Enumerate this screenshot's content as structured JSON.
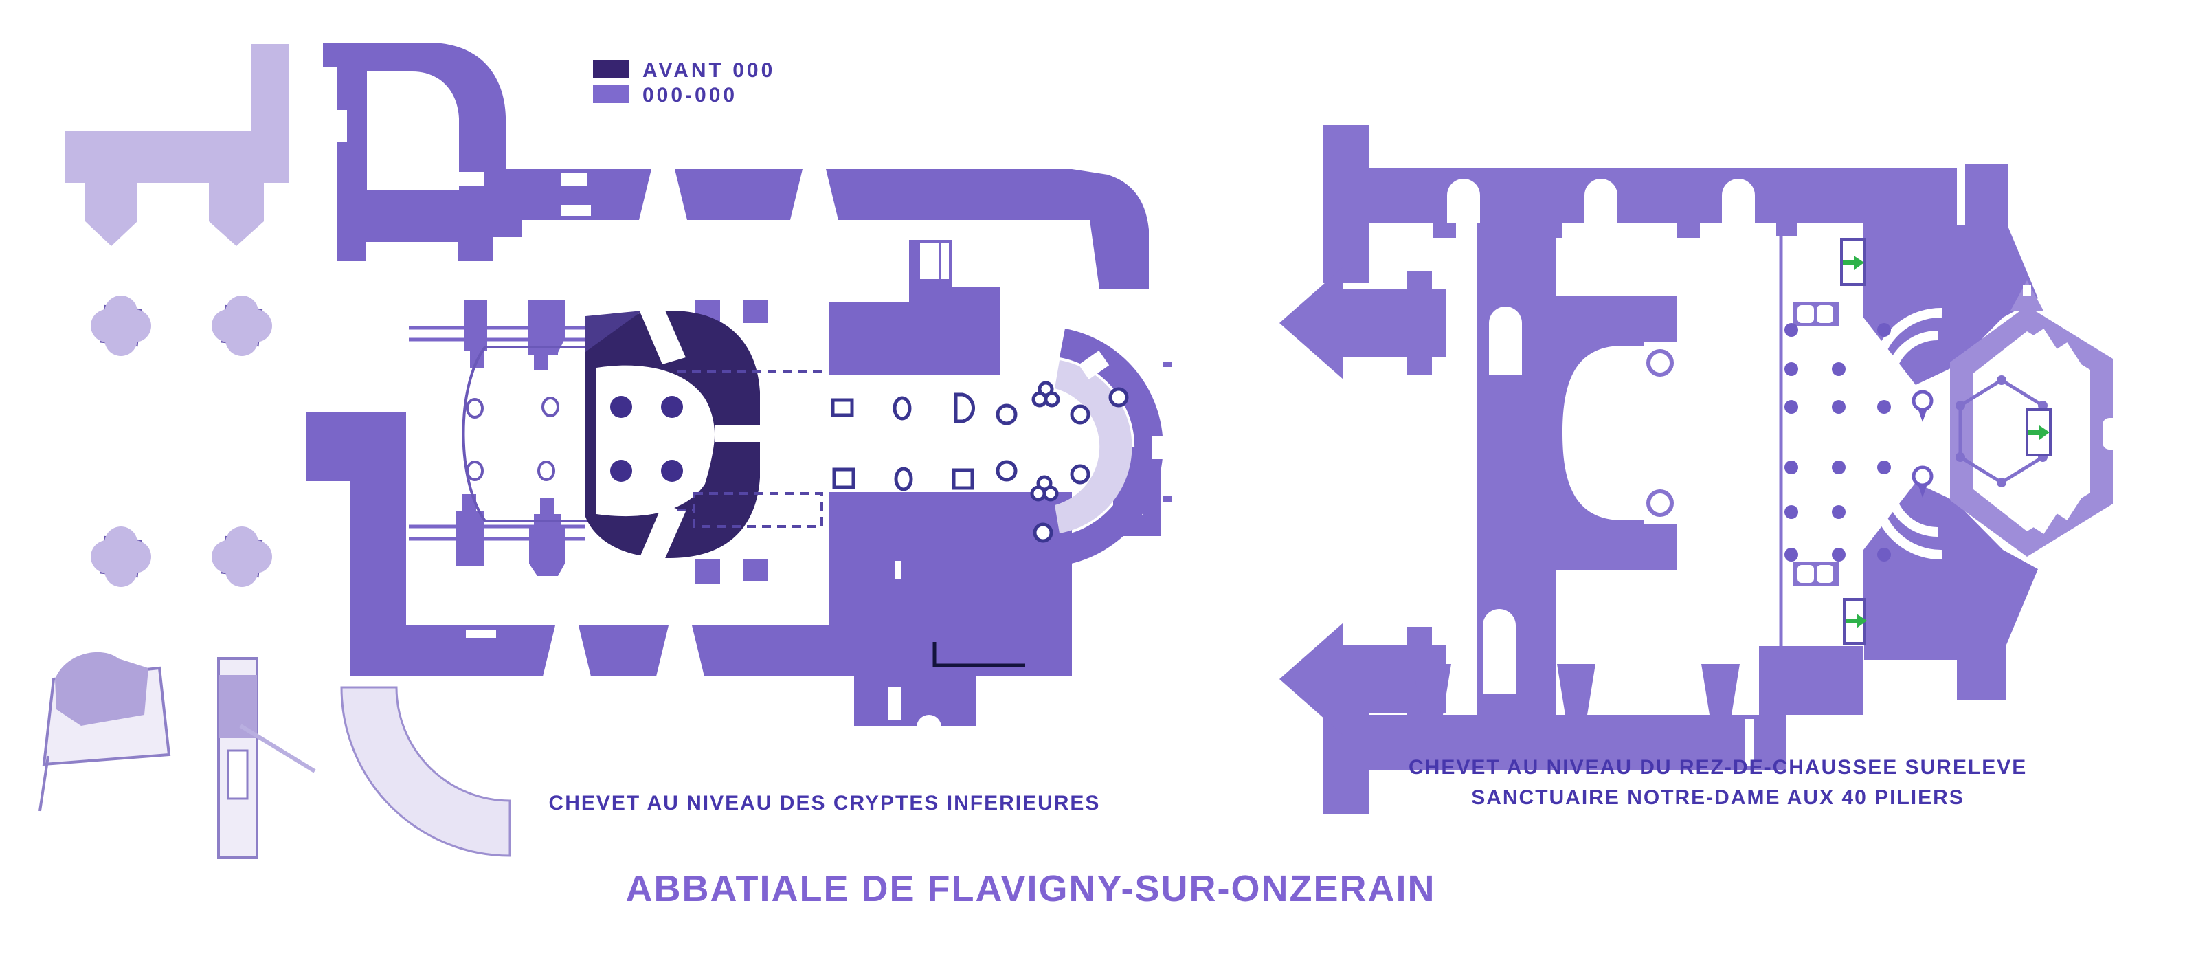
{
  "page": {
    "title": "ABBATIALE DE FLAVIGNY-SUR-ONZERAIN",
    "background": "#ffffff"
  },
  "legend": {
    "items": [
      {
        "label": "AVANT 000",
        "color": "#372470"
      },
      {
        "label": "000-000",
        "color": "#7e6ace"
      }
    ]
  },
  "plans": {
    "left": {
      "caption": "CHEVET AU NIVEAU DES CRYPTES INFERIEURES"
    },
    "right": {
      "caption_line1": "CHEVET AU NIVEAU  DU REZ-DE-CHAUSSEE SURELEVE",
      "caption_line2": "SANCTUAIRE NOTRE-DAME AUX 40 PILIERS"
    }
  },
  "icons": {
    "direction_arrow": "green-arrow-icon"
  },
  "colors": {
    "background": "#ffffff",
    "left_main": "#7a66c8",
    "left_dark": "#342569",
    "left_dark_accent": "#4a3a8c",
    "crypt_dot": "#3f2f8c",
    "ghost": "#c3b8e5",
    "ghost_strong": "#b0a3da",
    "ghost_faint": "#efecf8",
    "ghost_outline": "#8d7fc7",
    "apse_band": "#d8d2ee",
    "column_outline": "#3a3590",
    "dashed_line": "#5546a5",
    "right_main": "#8673cf",
    "right_dot": "#6f5cc4",
    "hex_band": "#9e8dd9",
    "hex_outline": "#8170cc",
    "door_outline": "#5c4fae",
    "green_arrow": "#2eb24a",
    "text_blue": "#4636ac",
    "title_violet": "#7f63d2",
    "black_line": "#14143c"
  }
}
